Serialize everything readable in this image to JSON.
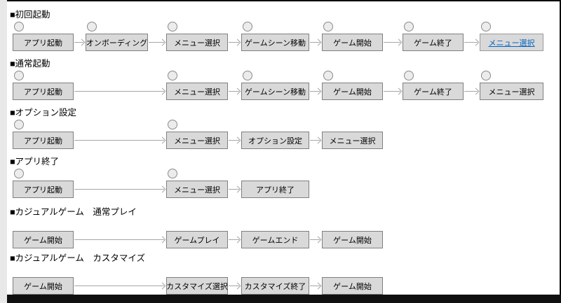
{
  "colors": {
    "box_fill": "#d9d9d9",
    "box_border": "#7f7f7f",
    "arrow": "#a6a6a6",
    "link_text": "#0563c1",
    "frame_dark": "#0a0a0a",
    "left_strip": "#e8e8e8"
  },
  "sections": [
    {
      "title": "■初回起動",
      "nodes": [
        {
          "label": "アプリ起動"
        },
        {
          "label": "オンボーディング"
        },
        {
          "label": "メニュー選択"
        },
        {
          "label": "ゲームシーン移動"
        },
        {
          "label": "ゲーム開始"
        },
        {
          "label": "ゲーム終了"
        },
        {
          "label": "メニュー選択",
          "link": true
        }
      ]
    },
    {
      "title": "■通常起動",
      "nodes": [
        {
          "label": "アプリ起動"
        },
        {
          "label": "メニュー選択"
        },
        {
          "label": "ゲームシーン移動"
        },
        {
          "label": "ゲーム開始"
        },
        {
          "label": "ゲーム終了"
        },
        {
          "label": "メニュー選択"
        }
      ]
    },
    {
      "title": "■オプション設定",
      "nodes": [
        {
          "label": "アプリ起動"
        },
        {
          "label": "メニュー選択"
        },
        {
          "label": "オプション設定"
        },
        {
          "label": "メニュー選択"
        }
      ]
    },
    {
      "title": "■アプリ終了",
      "nodes": [
        {
          "label": "アプリ起動"
        },
        {
          "label": "メニュー選択"
        },
        {
          "label": "アプリ終了"
        }
      ]
    },
    {
      "title": "■カジュアルゲーム　通常プレイ",
      "nodes": [
        {
          "label": "ゲーム開始"
        },
        {
          "label": "ゲームプレイ"
        },
        {
          "label": "ゲームエンド"
        },
        {
          "label": "ゲーム開始"
        }
      ]
    },
    {
      "title": "■カジュアルゲーム　カスタマイズ",
      "nodes": [
        {
          "label": "ゲーム開始"
        },
        {
          "label": "カスタマイズ選択"
        },
        {
          "label": "カスタマイズ終了"
        },
        {
          "label": "ゲーム開始"
        }
      ]
    }
  ]
}
